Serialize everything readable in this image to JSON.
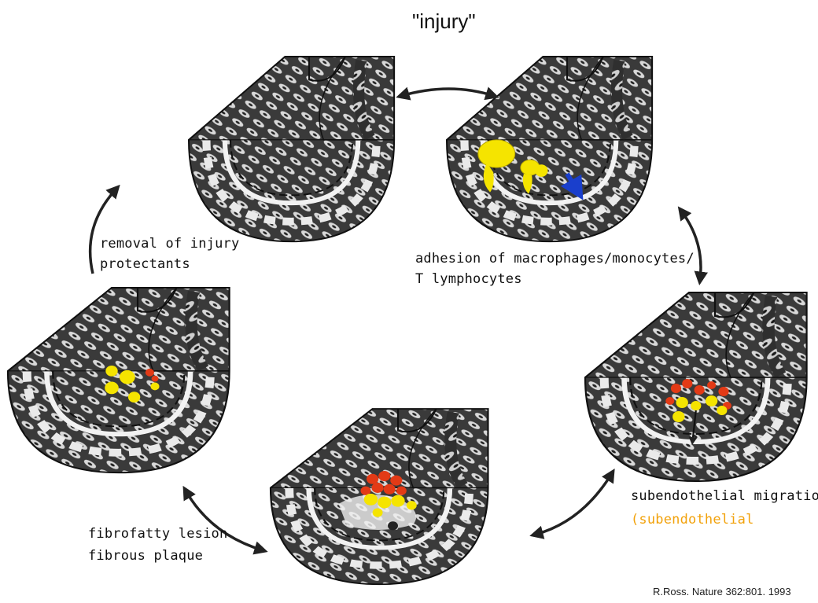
{
  "title": "\"injury\"",
  "labels": {
    "removal": [
      "removal of injury",
      "protectants"
    ],
    "adhesion": [
      "adhesion of macrophages/monocytes/",
      "T lymphocytes"
    ],
    "migration": "subendothelial migration",
    "migration_highlight": "(subendothelial",
    "fibro": [
      "fibrofatty lesion",
      "fibrous plaque"
    ]
  },
  "credit": "R.Ross. Nature 362:801. 1993",
  "colors": {
    "cell": "#f5e400",
    "lipid": "#e33a16",
    "arrow_blue": "#1a3fcc",
    "highlight_text": "#f2a20c"
  }
}
